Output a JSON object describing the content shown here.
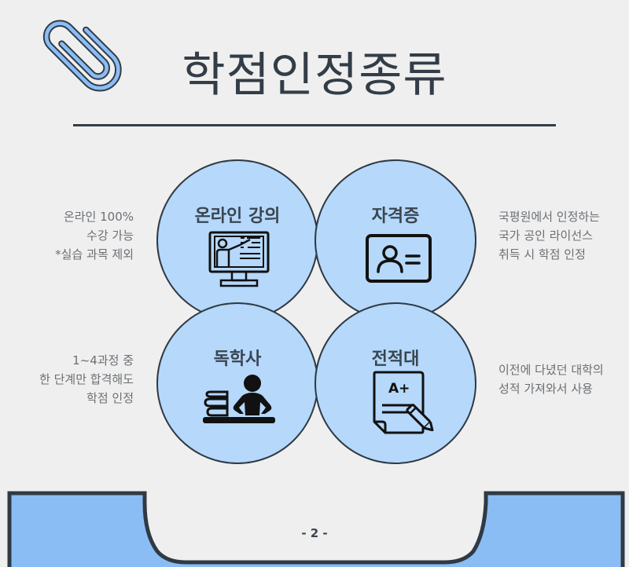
{
  "page": {
    "title": "학점인정종류",
    "page_number": "- 2 -"
  },
  "colors": {
    "background": "#efefef",
    "circle_fill": "#b5d8fb",
    "outline": "#2f3a44",
    "accent_blue": "#8bbdf5",
    "title_text": "#333d47",
    "side_text": "#6b6f74"
  },
  "types": [
    {
      "label": "온라인 강의",
      "icon": "online-lecture-monitor-icon",
      "description": [
        "온라인 100%",
        "수강 가능",
        "*실습 과목 제외"
      ]
    },
    {
      "label": "자격증",
      "icon": "id-card-icon",
      "description": [
        "국평원에서 인정하는",
        "국가 공인 라이선스",
        "취득 시 학점 인정"
      ]
    },
    {
      "label": "독학사",
      "icon": "self-study-desk-icon",
      "description": [
        "1~4과정 중",
        "한 단계만 합격해도",
        "학점 인정"
      ]
    },
    {
      "label": "전적대",
      "icon": "grade-report-icon",
      "description": [
        "이전에 다녔던 대학의",
        "성적 가져와서 사용"
      ]
    }
  ]
}
